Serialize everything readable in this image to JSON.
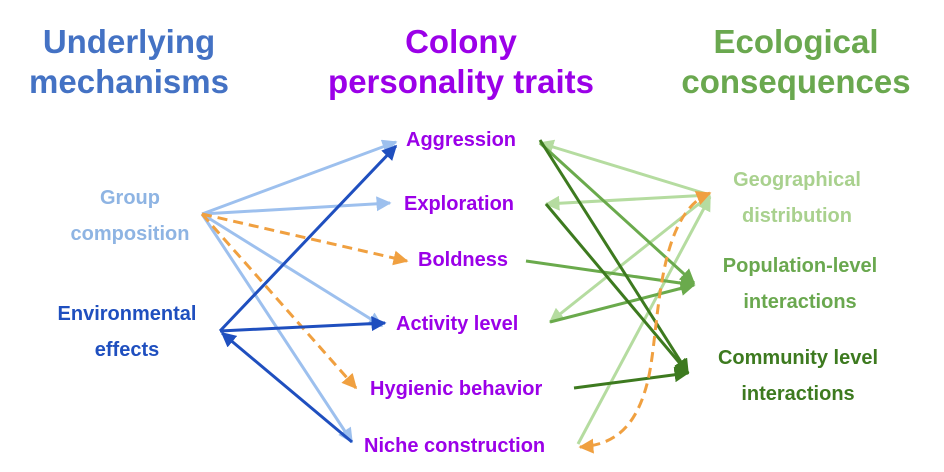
{
  "headings": {
    "mechanisms": {
      "line1": "Underlying",
      "line2": "mechanisms",
      "color": "#4472C4"
    },
    "traits": {
      "line1": "Colony",
      "line2": "personality traits",
      "color": "#9B00E8"
    },
    "consequences": {
      "line1": "Ecological",
      "line2": "consequences",
      "color": "#6AA84F"
    }
  },
  "mechanisms": {
    "group_composition": {
      "line1": "Group",
      "line2": "composition",
      "color": "#8EB4E3"
    },
    "environmental_effects": {
      "line1": "Environmental",
      "line2": "effects",
      "color": "#1F4FBF"
    }
  },
  "traits": {
    "color": "#9B00E8",
    "aggression": "Aggression",
    "exploration": "Exploration",
    "boldness": "Boldness",
    "activity_level": "Activity level",
    "hygienic_behavior": "Hygienic behavior",
    "niche_construction": "Niche construction"
  },
  "consequences": {
    "geographical_distribution": {
      "line1": "Geographical",
      "line2": "distribution",
      "color": "#A9D18E"
    },
    "population_interactions": {
      "line1": "Population-level",
      "line2": "interactions",
      "color": "#6AA84F"
    },
    "community_interactions": {
      "line1": "Community level",
      "line2": "interactions",
      "color": "#3D7A1F"
    }
  },
  "arrow_colors": {
    "light_blue": "#9DC0EE",
    "dark_blue": "#1F4FBF",
    "orange": "#F0A040",
    "pale_green": "#B5DCA0",
    "mid_green": "#6AAA4C",
    "dark_green": "#3D7A1F"
  }
}
